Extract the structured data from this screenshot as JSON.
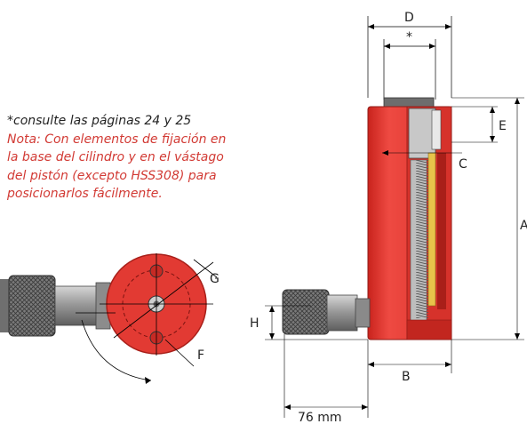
{
  "note": {
    "ref_text": "*consulte las páginas 24 y 25",
    "nota_label": "Nota:",
    "nota_lines": [
      " Con elementos de fijación en",
      "la base del cilindro y en el vástago",
      "del pistón (excepto HSS308) para",
      "posicionarlos fácilmente."
    ]
  },
  "labels": {
    "D": "D",
    "star": "*",
    "E": "E",
    "C": "C",
    "A": "A",
    "B": "B",
    "H": "H",
    "G": "G",
    "F": "F",
    "mm76": "76 mm"
  },
  "colors": {
    "cylinder_red": "#e23a33",
    "dark_red": "#b3221c",
    "steel": "#a9a9a9",
    "yellow": "#e8c34a"
  }
}
